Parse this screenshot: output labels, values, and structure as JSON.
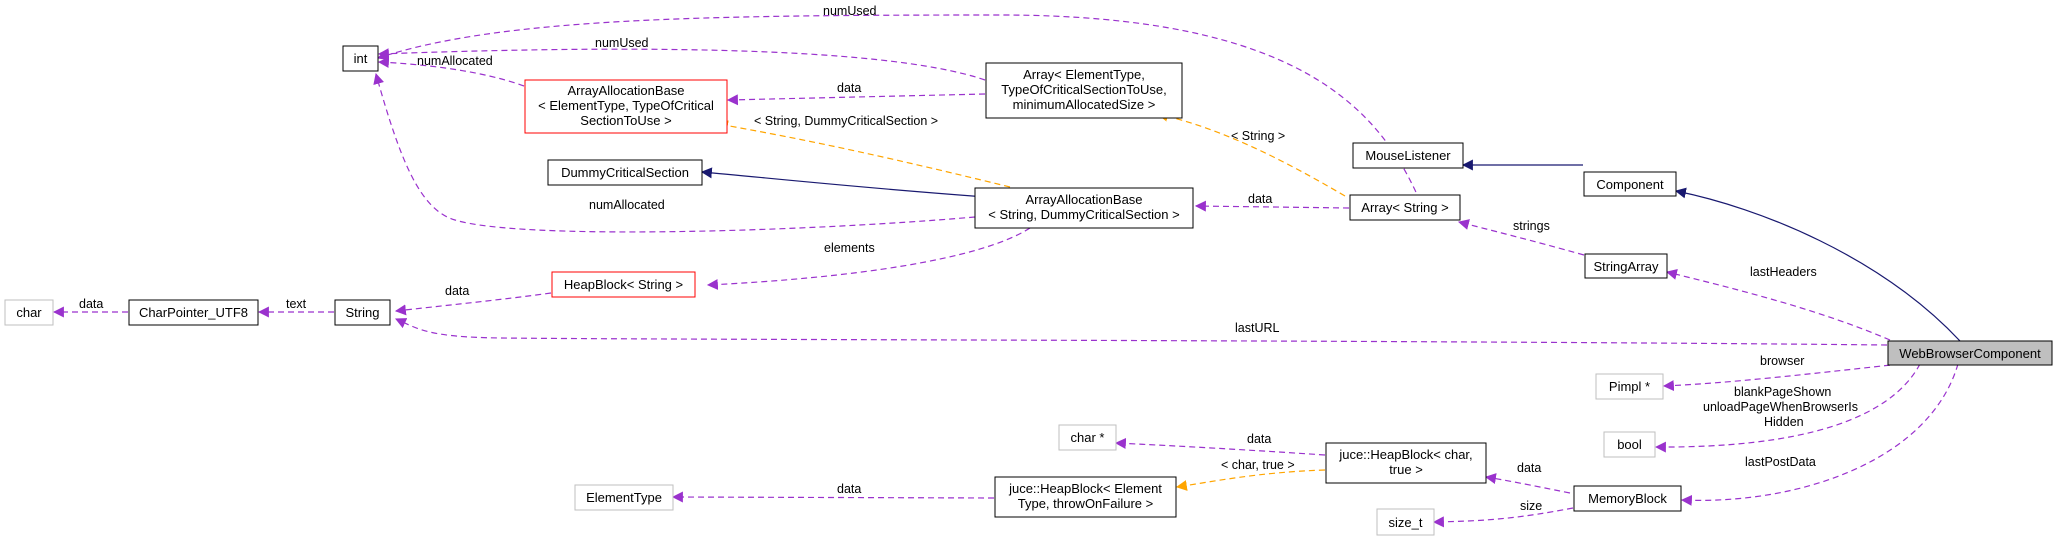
{
  "diagram": {
    "nodes": {
      "int": {
        "lines": [
          "int"
        ],
        "style": "normal"
      },
      "array_alloc_base_generic": {
        "lines": [
          "ArrayAllocationBase",
          "< ElementType, TypeOfCritical",
          "SectionToUse >"
        ],
        "style": "red"
      },
      "array_generic": {
        "lines": [
          "Array< ElementType,",
          "TypeOfCriticalSectionToUse,",
          "minimumAllocatedSize >"
        ],
        "style": "normal"
      },
      "mouse_listener": {
        "lines": [
          "MouseListener"
        ],
        "style": "normal"
      },
      "component": {
        "lines": [
          "Component"
        ],
        "style": "normal"
      },
      "dummy_cs": {
        "lines": [
          "DummyCriticalSection"
        ],
        "style": "normal"
      },
      "array_alloc_base_string": {
        "lines": [
          "ArrayAllocationBase",
          "< String, DummyCriticalSection >"
        ],
        "style": "normal"
      },
      "array_string": {
        "lines": [
          "Array< String >"
        ],
        "style": "normal"
      },
      "string_array": {
        "lines": [
          "StringArray"
        ],
        "style": "normal"
      },
      "char": {
        "lines": [
          "char"
        ],
        "style": "gray"
      },
      "char_pointer_utf8": {
        "lines": [
          "CharPointer_UTF8"
        ],
        "style": "normal"
      },
      "string": {
        "lines": [
          "String"
        ],
        "style": "normal"
      },
      "heap_block_string": {
        "lines": [
          "HeapBlock< String >"
        ],
        "style": "red"
      },
      "web_browser_component": {
        "lines": [
          "WebBrowserComponent"
        ],
        "style": "focus"
      },
      "pimpl": {
        "lines": [
          "Pimpl *"
        ],
        "style": "gray"
      },
      "bool": {
        "lines": [
          "bool"
        ],
        "style": "gray"
      },
      "char_ptr": {
        "lines": [
          "char *"
        ],
        "style": "gray"
      },
      "juce_heap_block_char": {
        "lines": [
          "juce::HeapBlock< char,",
          "true >"
        ],
        "style": "normal"
      },
      "element_type": {
        "lines": [
          "ElementType"
        ],
        "style": "gray"
      },
      "juce_heap_block_element": {
        "lines": [
          "juce::HeapBlock< Element",
          "Type, throwOnFailure >"
        ],
        "style": "normal"
      },
      "memory_block": {
        "lines": [
          "MemoryBlock"
        ],
        "style": "normal"
      },
      "size_t": {
        "lines": [
          "size_t"
        ],
        "style": "gray"
      }
    },
    "edges": {
      "num_used_top": "numUsed",
      "num_used_second": "numUsed",
      "num_allocated_top": "numAllocated",
      "data_generic": "data",
      "string_template_1": "< String, DummyCriticalSection >",
      "string_template_2": "< String >",
      "data_array_string": "data",
      "num_allocated_low": "numAllocated",
      "strings": "strings",
      "elements": "elements",
      "data_heap_block": "data",
      "last_headers": "lastHeaders",
      "data_char": "data",
      "text": "text",
      "last_url": "lastURL",
      "browser": "browser",
      "blank_page_shown": "blankPageShown",
      "unload_page_when_browser_is": "unloadPageWhenBrowserIs",
      "hidden": "Hidden",
      "data_char_ptr": "data",
      "char_true": "< char, true >",
      "data_memory_block": "data",
      "last_post_data": "lastPostData",
      "data_element_type": "data",
      "size": "size"
    }
  }
}
